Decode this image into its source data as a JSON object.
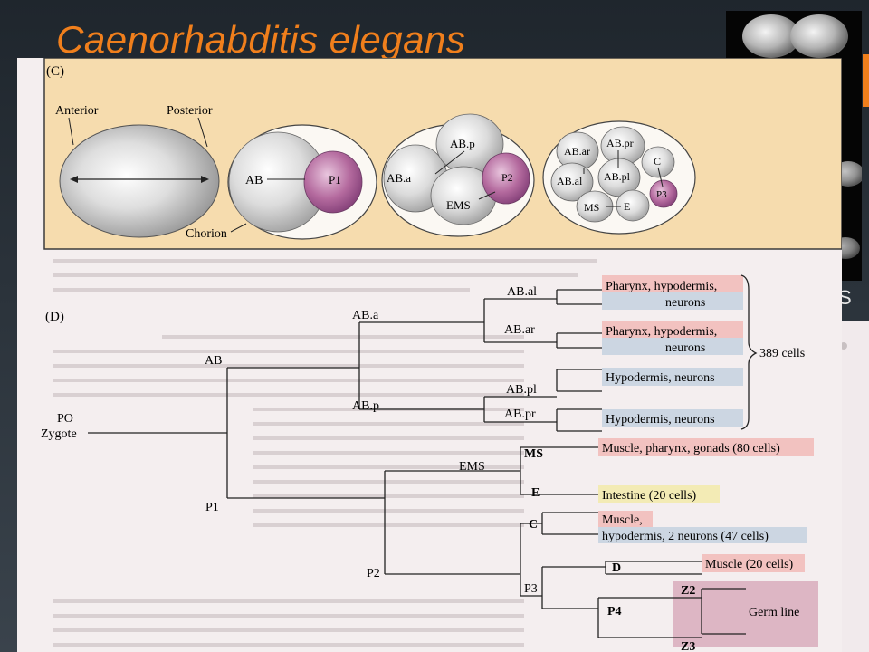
{
  "slide": {
    "title": "Caenorhabditis elegans",
    "side_fragment": "S"
  },
  "panel_c": {
    "label": "(C)",
    "anterior": "Anterior",
    "posterior": "Posterior",
    "chorion": "Chorion",
    "stage2": {
      "ab": "AB",
      "p1": "P1"
    },
    "stage4": {
      "abp": "AB.p",
      "aba": "AB.a",
      "p2": "P2",
      "ems": "EMS"
    },
    "stage8": {
      "abar": "AB.ar",
      "abpr": "AB.pr",
      "abal": "AB.al",
      "abpl": "AB.pl",
      "c": "C",
      "p3": "P3",
      "ms": "MS",
      "e": "E"
    }
  },
  "panel_d": {
    "label": "(D)",
    "nodes": {
      "po": "PO",
      "zygote": "Zygote",
      "ab": "AB",
      "p1": "P1",
      "aba": "AB.a",
      "abp": "AB.p",
      "ems": "EMS",
      "p2": "P2",
      "abal": "AB.al",
      "abar": "AB.ar",
      "abpl": "AB.pl",
      "abpr": "AB.pr",
      "ms": "MS",
      "e": "E",
      "c": "C",
      "p3": "P3",
      "d": "D",
      "p4": "P4",
      "z2": "Z2",
      "z3": "Z3"
    },
    "fates": {
      "abal_1": "Pharynx, hypodermis,",
      "abal_2": "neurons",
      "abar_1": "Pharynx, hypodermis,",
      "abar_2": "neurons",
      "abpl": "Hypodermis, neurons",
      "abpr": "Hypodermis, neurons",
      "ms": "Muscle, pharynx, gonads (80 cells)",
      "e": "Intestine (20 cells)",
      "c_1": "Muscle,",
      "c_2": "hypodermis, 2 neurons (47 cells)",
      "d": "Muscle (20 cells)",
      "germ": "Germ line"
    },
    "ab_total": "389 cells"
  },
  "colors": {
    "title_orange": "#f07f1c",
    "panel_c_background": "#f6dcae",
    "pink_box": "#f2c2c0",
    "blue_box": "#ccd6e2",
    "yellow_box": "#f3ebb5",
    "germ_box": "#ddb6c4",
    "p_cell_purple": "#b46a9e"
  }
}
